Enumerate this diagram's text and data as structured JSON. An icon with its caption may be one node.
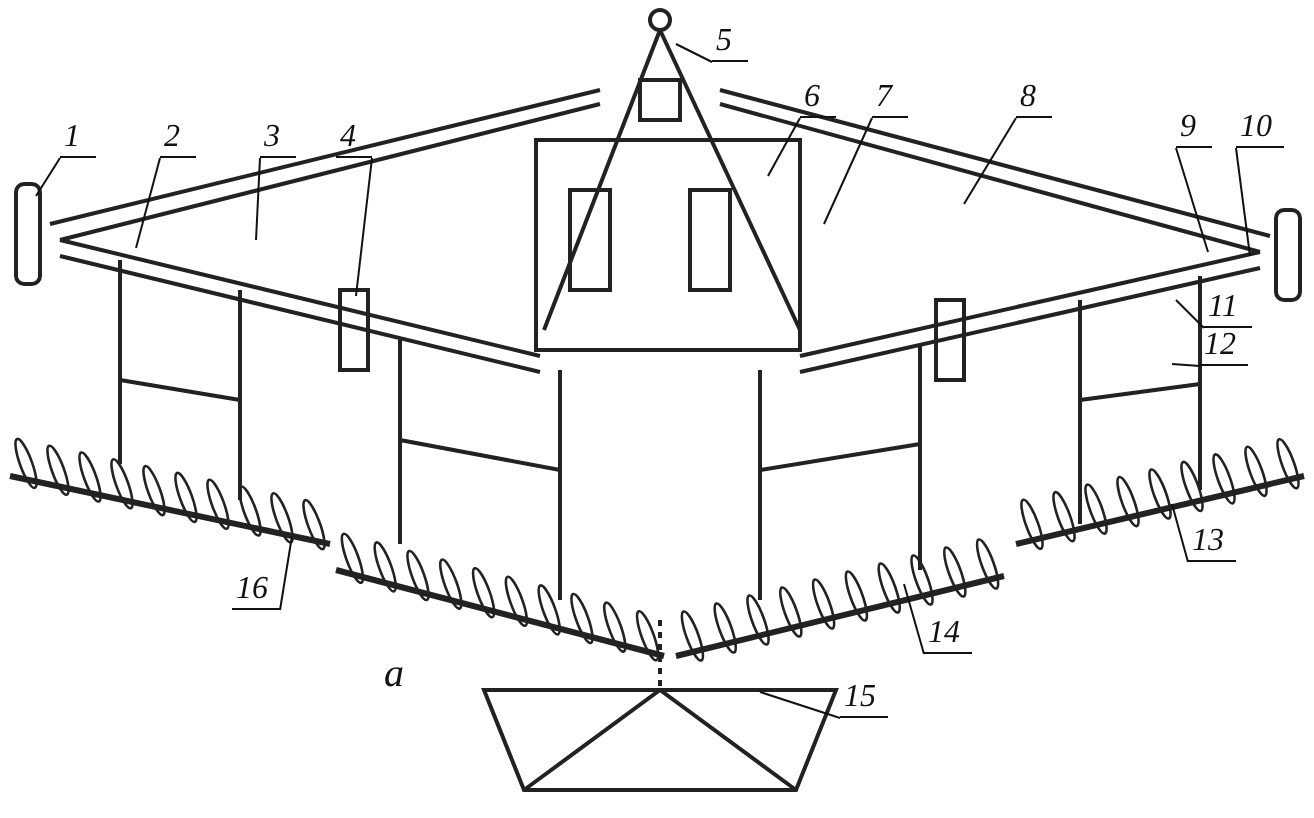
{
  "diagram": {
    "nodes": [
      {
        "text": [
          "1"
        ]
      },
      {
        "text": [
          "2"
        ]
      },
      {
        "text": [
          "3"
        ]
      },
      {
        "text": [
          "4"
        ]
      },
      {
        "text": [
          "5"
        ]
      },
      {
        "text": [
          "6"
        ]
      },
      {
        "text": [
          "7"
        ]
      },
      {
        "text": [
          "8"
        ]
      },
      {
        "text": [
          "9"
        ]
      },
      {
        "text": [
          "10"
        ]
      },
      {
        "text": [
          "11"
        ]
      },
      {
        "text": [
          "12"
        ]
      },
      {
        "text": [
          "13"
        ]
      },
      {
        "text": [
          "14"
        ]
      },
      {
        "text": [
          "15"
        ]
      },
      {
        "text": [
          "16"
        ]
      }
    ],
    "edges": [
      {
        "from": 0,
        "to": null,
        "arrow": "none"
      },
      {
        "from": 1,
        "to": null,
        "arrow": "none"
      },
      {
        "from": 2,
        "to": null,
        "arrow": "none"
      },
      {
        "from": 3,
        "to": null,
        "arrow": "none"
      },
      {
        "from": 4,
        "to": null,
        "arrow": "none"
      },
      {
        "from": 5,
        "to": null,
        "arrow": "none"
      },
      {
        "from": 6,
        "to": null,
        "arrow": "none"
      },
      {
        "from": 7,
        "to": null,
        "arrow": "none"
      },
      {
        "from": 8,
        "to": null,
        "arrow": "none"
      },
      {
        "from": 9,
        "to": null,
        "arrow": "none"
      },
      {
        "from": 10,
        "to": null,
        "arrow": "none"
      },
      {
        "from": 11,
        "to": null,
        "arrow": "none"
      },
      {
        "from": 12,
        "to": null,
        "arrow": "none"
      },
      {
        "from": 13,
        "to": null,
        "arrow": "none"
      },
      {
        "from": 14,
        "to": null,
        "arrow": "none"
      },
      {
        "from": 15,
        "to": null,
        "arrow": "none"
      }
    ],
    "labels": [
      "а"
    ]
  }
}
